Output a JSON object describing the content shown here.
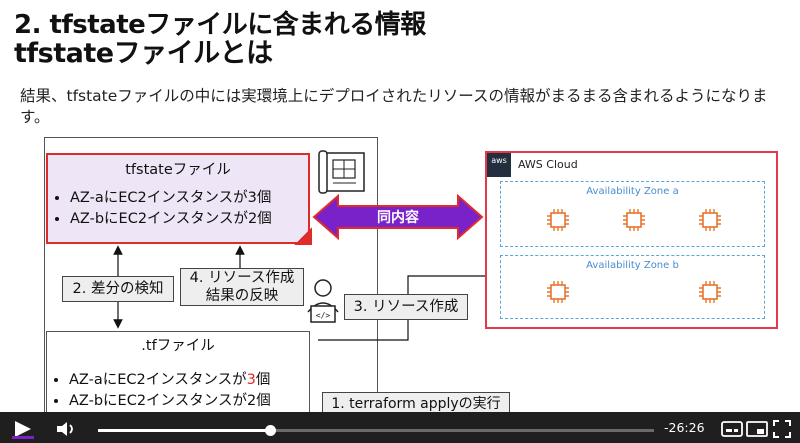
{
  "slide": {
    "title_line1": "2. tfstateファイルに含まれる情報",
    "title_line2": "tfstateファイルとは",
    "description": "結果、tfstateファイルの中には実環境上にデプロイされたリソースの情報がまるまる含まれるようになります。"
  },
  "tfstate_file": {
    "heading": "tfstateファイル",
    "items": [
      "AZ-aにEC2インスタンスが3個",
      "AZ-bにEC2インスタンスが2個"
    ]
  },
  "tf_file": {
    "heading": ".tfファイル",
    "item1_prefix": "AZ-aにEC2インスタンスが",
    "item1_highlight": "3",
    "item1_suffix": "個",
    "item2": "AZ-bにEC2インスタンスが2個"
  },
  "steps": {
    "diff": "2. 差分の検知",
    "reflect_line1": "4. リソース作成",
    "reflect_line2": "結果の反映",
    "create": "3. リソース作成",
    "apply": "1. terraform applyの実行"
  },
  "arrow_label": "同内容",
  "aws": {
    "logo_text": "aws",
    "cloud_label": "AWS Cloud",
    "zone_a": "Availability Zone a",
    "zone_b": "Availability Zone b"
  },
  "player": {
    "time_remaining": "-26:26",
    "progress": 0.31
  },
  "colors": {
    "accent_red": "#e02b2b",
    "arrow_purple": "#7a22c9",
    "ec2_orange": "#e8742b",
    "az_blue": "#5aa6d8"
  }
}
